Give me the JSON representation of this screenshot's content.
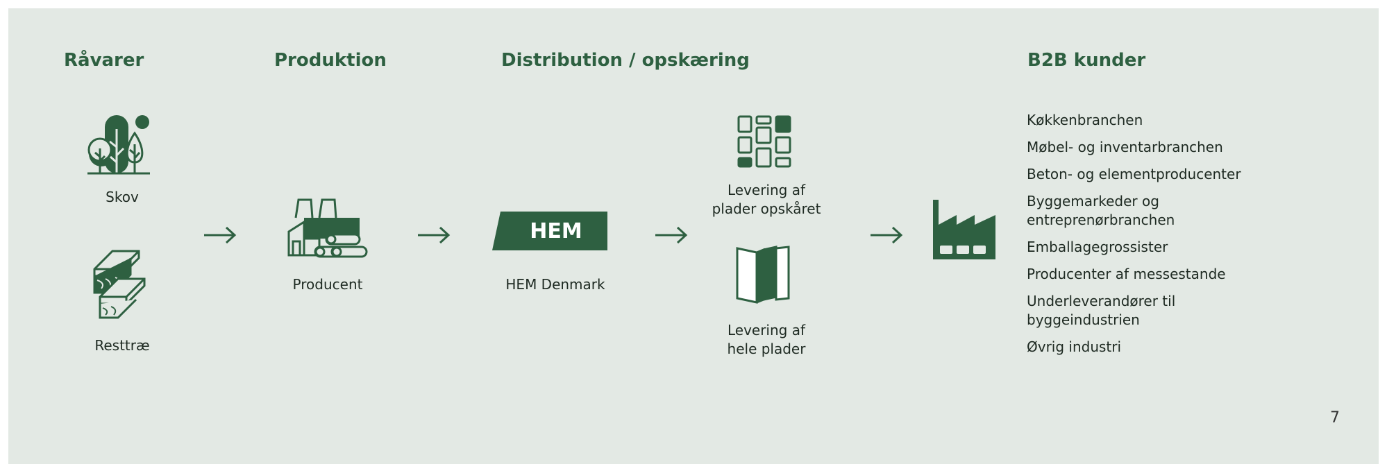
{
  "colors": {
    "background": "#e3e9e4",
    "accent": "#2e6041",
    "text": "#1e2a22"
  },
  "headings": {
    "raw_materials": "Råvarer",
    "production": "Produktion",
    "distribution": "Distribution / opskæring",
    "b2b": "B2B kunder"
  },
  "raw_materials": {
    "forest_label": "Skov",
    "residual_wood_label": "Resttræ"
  },
  "production": {
    "producer_label": "Producent"
  },
  "distribution": {
    "logo_text": "HEM",
    "company_label": "HEM Denmark",
    "cut_delivery_line1": "Levering af",
    "cut_delivery_line2": "plader opskåret",
    "full_delivery_line1": "Levering af",
    "full_delivery_line2": "hele plader"
  },
  "b2b_customers": [
    "Køkkenbranchen",
    "Møbel- og inventarbranchen",
    "Beton- og elementproducenter",
    "Byggemarkeder og\nentreprenørbranchen",
    "Emballagegrossister",
    "Producenter af messestande",
    "Underleverandører til\nbyggeindustrien",
    "Øvrig industri"
  ],
  "page_number": "7",
  "icons": [
    "trees-icon",
    "lumber-icon",
    "factory-logs-icon",
    "hem-logo",
    "cut-panels-icon",
    "full-panels-icon",
    "factory-icon",
    "arrow-right-icon"
  ]
}
